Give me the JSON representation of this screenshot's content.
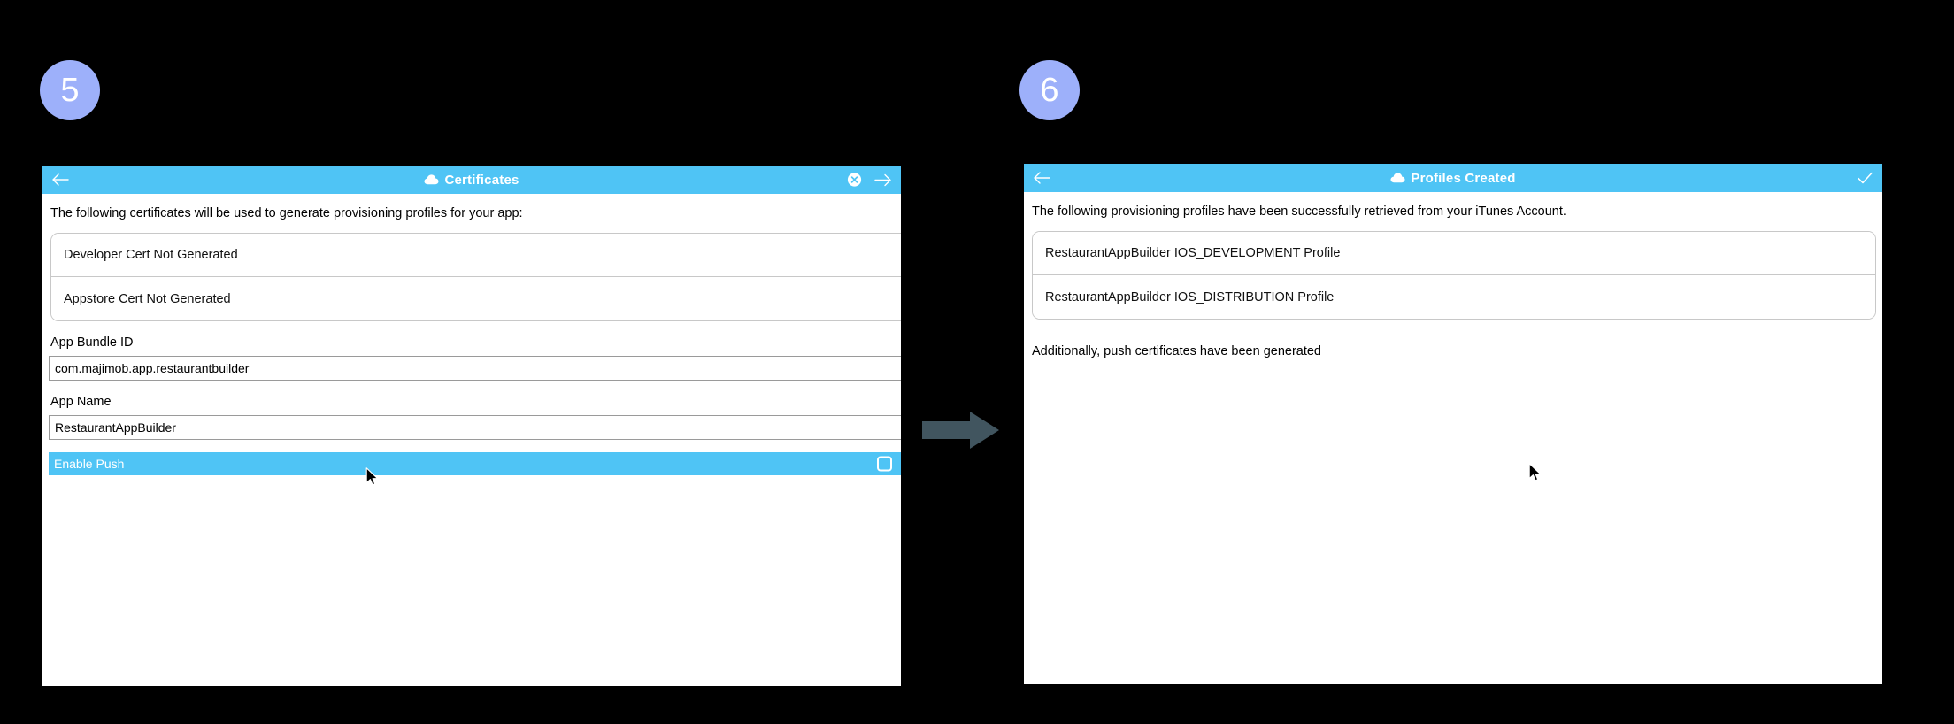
{
  "page": {
    "background_color": "#000000",
    "badge_color": "#9DB0FA",
    "accent_color": "#4FC4F5",
    "arrow_color": "#41555F"
  },
  "steps": [
    {
      "number": "5"
    },
    {
      "number": "6"
    }
  ],
  "panel5": {
    "titlebar": {
      "back_icon": "back-arrow-icon",
      "cloud_icon": "cloud-icon",
      "title": "Certificates",
      "close_icon": "close-circle-icon",
      "next_icon": "forward-arrow-icon"
    },
    "intro": "The following certificates will be used to generate provisioning profiles for your app:",
    "cert_rows": [
      "Developer Cert Not Generated",
      "Appstore Cert Not Generated"
    ],
    "fields": [
      {
        "label": "App Bundle ID",
        "value": "com.majimob.app.restaurantbuilder",
        "focused": true
      },
      {
        "label": "App Name",
        "value": "RestaurantAppBuilder",
        "focused": false
      }
    ],
    "push_row": {
      "label": "Enable Push",
      "checked": false
    }
  },
  "panel6": {
    "titlebar": {
      "back_icon": "back-arrow-icon",
      "cloud_icon": "cloud-icon",
      "title": "Profiles Created",
      "confirm_icon": "checkmark-icon"
    },
    "intro": "The following provisioning profiles have been successfully retrieved from your iTunes Account.",
    "profile_rows": [
      "RestaurantAppBuilder IOS_DEVELOPMENT Profile",
      "RestaurantAppBuilder IOS_DISTRIBUTION Profile"
    ],
    "note": "Additionally, push certificates have been generated"
  }
}
